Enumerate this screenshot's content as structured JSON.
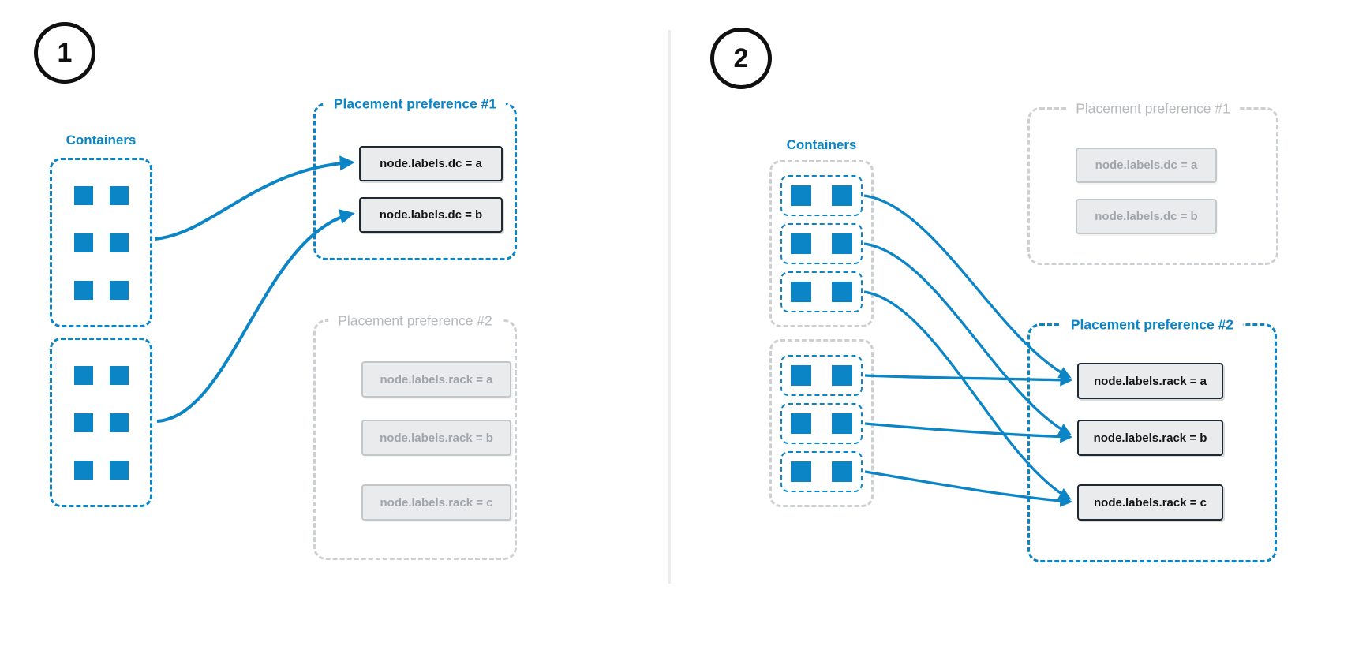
{
  "colors": {
    "accent_blue": "#0b85c5",
    "inactive_gray_text": "#b7babd",
    "inactive_gray_dash": "#cdd0d3",
    "node_box_fill": "#e9ebed",
    "node_box_border_active": "#1f2933",
    "node_box_text_active": "#131313",
    "node_box_border_inactive": "#c3c7ca",
    "node_box_text_inactive": "#a0a6ab",
    "badge_border": "#101010",
    "divider": "#ececec"
  },
  "panels": [
    {
      "badge": "1",
      "containers_label": "Containers",
      "container_groups": [
        {
          "squares": 6
        },
        {
          "squares": 6
        }
      ],
      "preferences": [
        {
          "title": "Placement preference #1",
          "state": "active",
          "nodes": [
            "node.labels.dc = a",
            "node.labels.dc = b"
          ]
        },
        {
          "title": "Placement preference #2",
          "state": "inactive",
          "nodes": [
            "node.labels.rack = a",
            "node.labels.rack = b",
            "node.labels.rack = c"
          ]
        }
      ]
    },
    {
      "badge": "2",
      "containers_label": "Containers",
      "container_groups": [
        {
          "subgroups": [
            2,
            2,
            2
          ]
        },
        {
          "subgroups": [
            2,
            2,
            2
          ]
        }
      ],
      "preferences": [
        {
          "title": "Placement preference #1",
          "state": "inactive",
          "nodes": [
            "node.labels.dc = a",
            "node.labels.dc = b"
          ]
        },
        {
          "title": "Placement preference #2",
          "state": "active",
          "nodes": [
            "node.labels.rack = a",
            "node.labels.rack = b",
            "node.labels.rack = c"
          ]
        }
      ]
    }
  ]
}
